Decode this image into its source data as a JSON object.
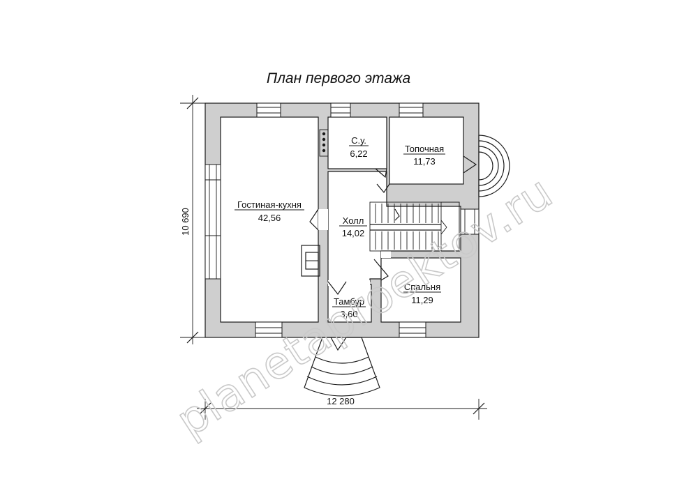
{
  "title": "План первого этажа",
  "rooms": [
    {
      "name": "Гостиная-кухня",
      "area": "42,56"
    },
    {
      "name": "С.у.",
      "area": "6,22"
    },
    {
      "name": "Топочная",
      "area": "11,73"
    },
    {
      "name": "Холл",
      "area": "14,02"
    },
    {
      "name": "Спальня",
      "area": "11,29"
    },
    {
      "name": "Тамбур",
      "area": "3,60"
    }
  ],
  "dimensions": {
    "height": "10 690",
    "width": "12 280"
  },
  "watermark": "planetaproektov.ru"
}
